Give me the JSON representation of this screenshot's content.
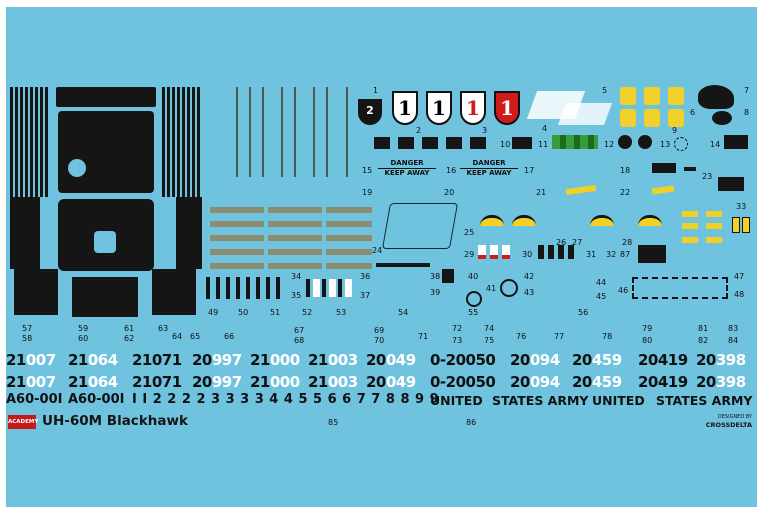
{
  "title": "UH-60M Blackhawk",
  "brand": "ACADEMY",
  "designer": {
    "line1": "DESIGNED BY",
    "line2": "CROSSDELTA"
  },
  "danger_left": {
    "line1": "DANGER",
    "line2": "KEEP AWAY"
  },
  "danger_right": {
    "line1": "DANGER",
    "line2": "KEEP AWAY"
  },
  "shields": [
    "1",
    "1",
    "1"
  ],
  "serials_row1": [
    {
      "a": "21",
      "b": "007"
    },
    {
      "a": "21",
      "b": "064"
    },
    {
      "a": "21071",
      "b": ""
    },
    {
      "a": "20",
      "b": "997"
    },
    {
      "a": "21",
      "b": "000"
    },
    {
      "a": "21",
      "b": "003"
    },
    {
      "a": "20",
      "b": "049"
    },
    {
      "a": "0-20050",
      "b": ""
    },
    {
      "a": "20",
      "b": "094"
    },
    {
      "a": "20",
      "b": "459"
    },
    {
      "a": "20419",
      "b": ""
    },
    {
      "a": "20",
      "b": "398"
    }
  ],
  "serials_row2": [
    {
      "a": "21",
      "b": "007"
    },
    {
      "a": "21",
      "b": "064"
    },
    {
      "a": "21071",
      "b": ""
    },
    {
      "a": "20",
      "b": "997"
    },
    {
      "a": "21",
      "b": "000"
    },
    {
      "a": "21",
      "b": "003"
    },
    {
      "a": "20",
      "b": "049"
    },
    {
      "a": "0-20050",
      "b": ""
    },
    {
      "a": "20",
      "b": "094"
    },
    {
      "a": "20",
      "b": "459"
    },
    {
      "a": "20419",
      "b": ""
    },
    {
      "a": "20",
      "b": "398"
    }
  ],
  "tail_codes": [
    "A60-00I",
    "A60-00I"
  ],
  "digit_row": "I I 2 2 2 2 3 3 3 3 4 4 5 5 6 6 7 7 8 8 9 9",
  "army_text": [
    "UNITED",
    "STATES ARMY",
    "UNITED",
    "STATES ARMY"
  ],
  "decal_numbers": {
    "n1": "1",
    "n2": "2",
    "n3": "3",
    "n4": "4",
    "n5": "5",
    "n6": "6",
    "n7": "7",
    "n8": "8",
    "n9": "9",
    "n10": "10",
    "n11": "11",
    "n12": "12",
    "n13": "13",
    "n14": "14",
    "n15": "15",
    "n16": "16",
    "n17": "17",
    "n18": "18",
    "n19": "19",
    "n20": "20",
    "n21": "21",
    "n22": "22",
    "n23": "23",
    "n24": "24",
    "n25": "25",
    "n26": "26",
    "n27": "27",
    "n28": "28",
    "n29": "29",
    "n30": "30",
    "n31": "31",
    "n32": "32",
    "n33": "33",
    "n34": "34",
    "n35": "35",
    "n36": "36",
    "n37": "37",
    "n38": "38",
    "n39": "39",
    "n40": "40",
    "n41": "41",
    "n42": "42",
    "n43": "43",
    "n44": "44",
    "n45": "45",
    "n46": "46",
    "n47": "47",
    "n48": "48",
    "n49": "49",
    "n50": "50",
    "n51": "51",
    "n52": "52",
    "n53": "53",
    "n54": "54",
    "n55": "55",
    "n56": "56",
    "n57": "57",
    "n58": "58",
    "n59": "59",
    "n60": "60",
    "n61": "61",
    "n62": "62",
    "n63": "63",
    "n64": "64",
    "n65": "65",
    "n66": "66",
    "n67": "67",
    "n68": "68",
    "n69": "69",
    "n70": "70",
    "n71": "71",
    "n72": "72",
    "n73": "73",
    "n74": "74",
    "n75": "75",
    "n76": "76",
    "n77": "77",
    "n78": "78",
    "n79": "79",
    "n80": "80",
    "n81": "81",
    "n82": "82",
    "n83": "83",
    "n84": "84",
    "n85": "85",
    "n86": "86",
    "n87": "87"
  },
  "colors": {
    "sheet": "#6fc3df",
    "ink": "#151515",
    "white": "#ffffff",
    "yellow": "#f2d02a",
    "red": "#d11a1a",
    "walkway": "#8a8e70"
  }
}
